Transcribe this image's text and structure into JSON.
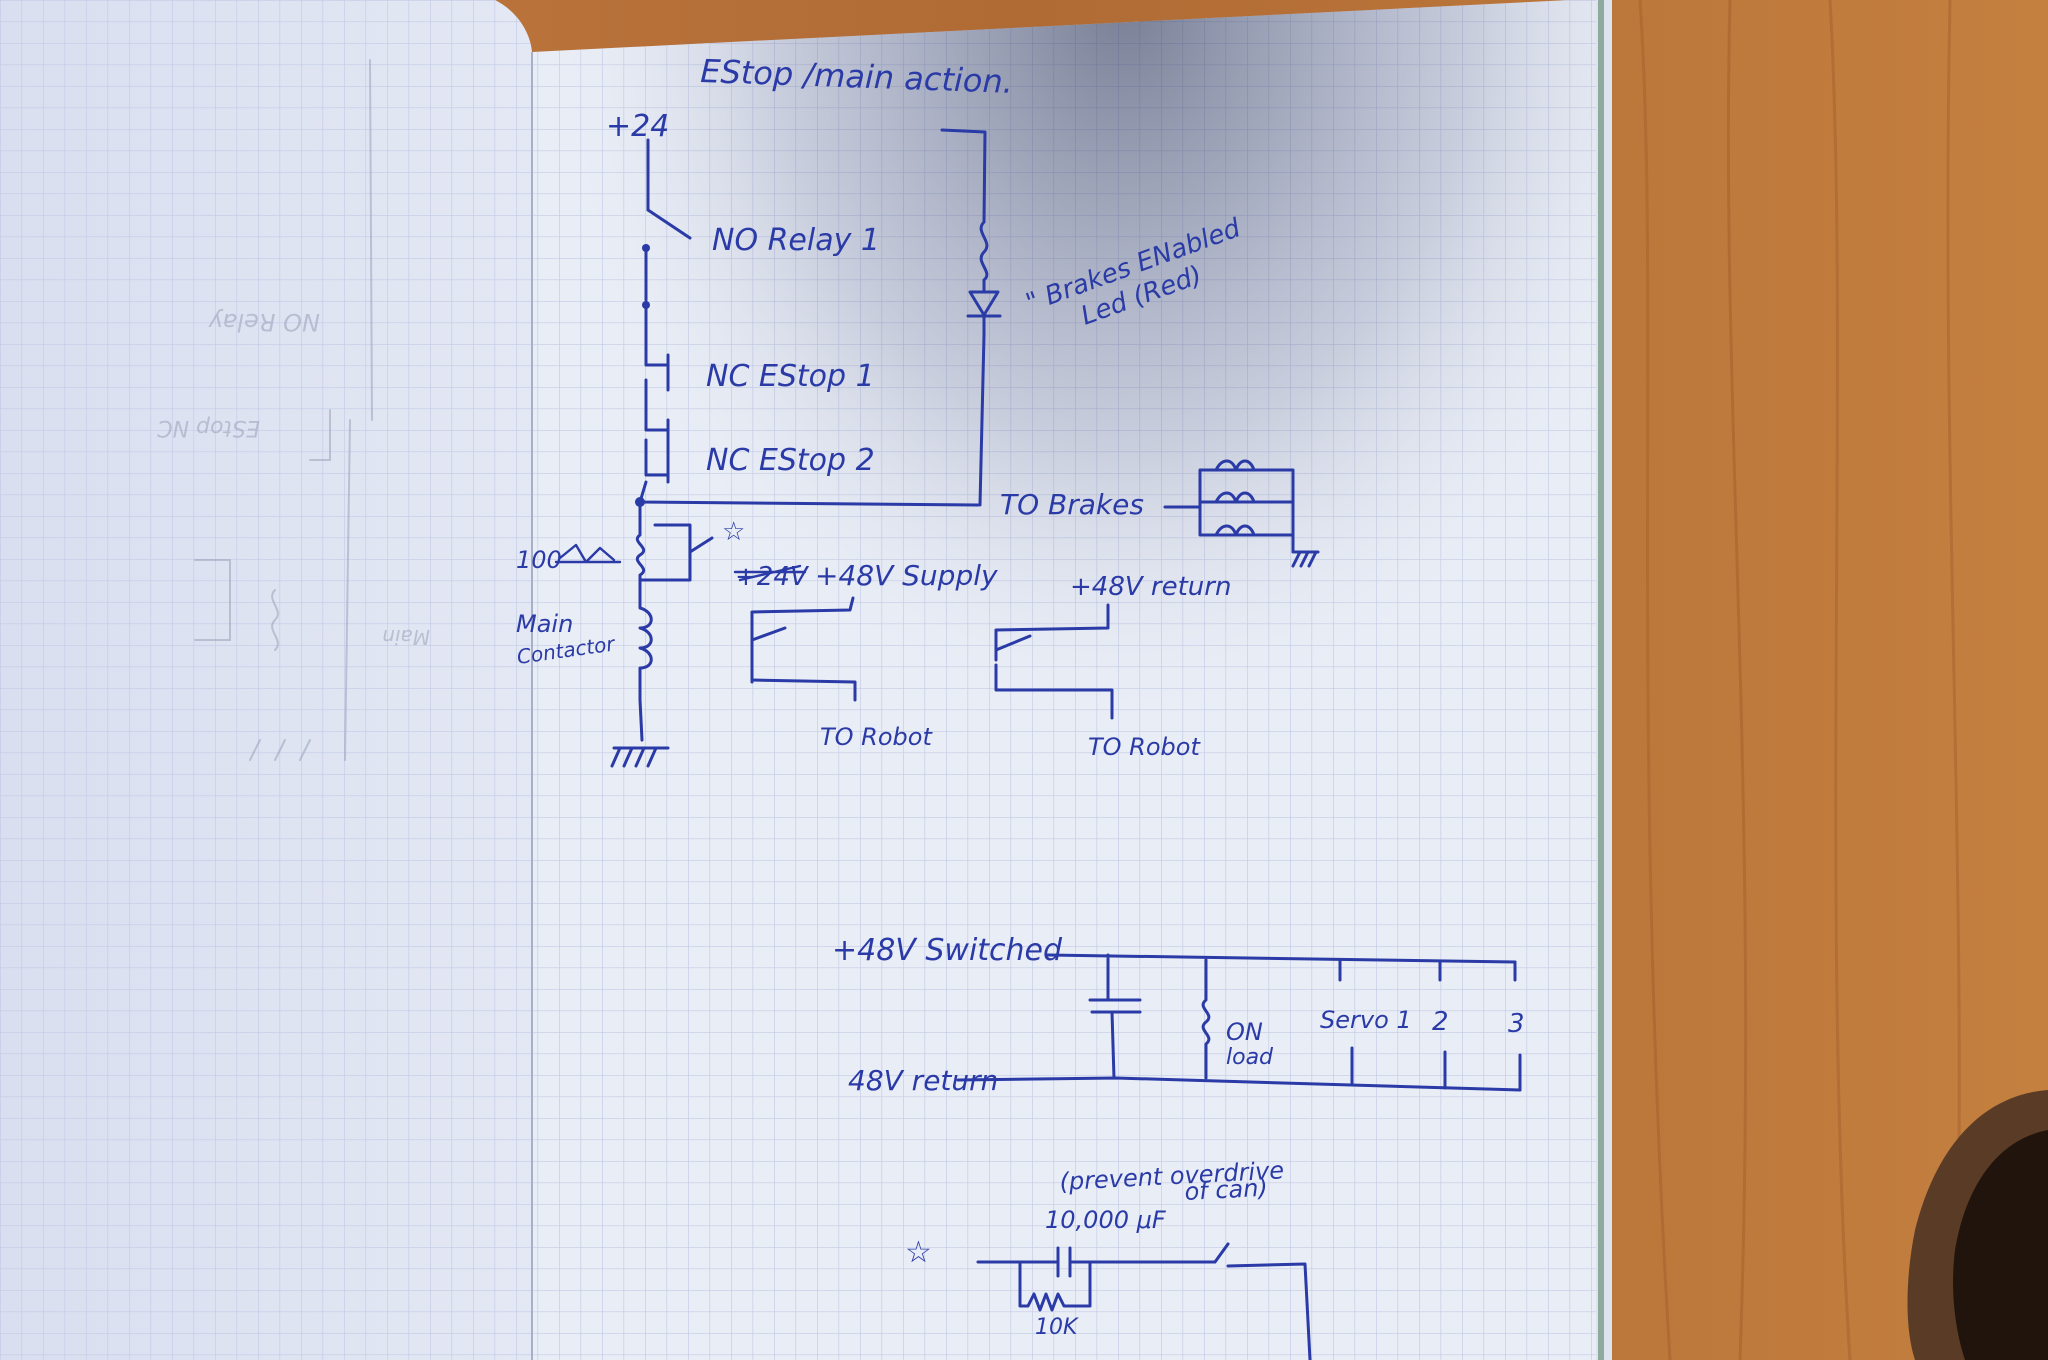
{
  "page_title": "EStop /main action.",
  "estop_circuit": {
    "supply_label": "+24",
    "relay_label": "NO   Relay 1",
    "estop1_label": "NC   EStop 1",
    "estop2_label": "NC   EStop 2",
    "led_label_line1": "\" Brakes ENabled",
    "led_label_line2": "Led (Red)",
    "brakes_label": "TO Brakes",
    "resistor_label": "100",
    "contactor_label_line1": "Main",
    "contactor_label_line2": "Contactor",
    "star_mark": "☆",
    "supply48_struck_label": "+24V",
    "supply48_label": "+48V Supply",
    "return48_label": "+48V return",
    "to_robot_1": "TO Robot",
    "to_robot_2": "TO Robot"
  },
  "bus_circuit": {
    "switched_label": "+48V Switched",
    "return_label": "48V return",
    "load_label_line1": "ON",
    "load_label_line2": "load",
    "servo1_label": "Servo 1",
    "servo2_label": "2",
    "servo3_label": "3"
  },
  "precharge_note": {
    "note_line1": "(prevent overdrive",
    "note_line2": "of can)",
    "capacitor_label": "10,000 μF",
    "resistor_label": "10K",
    "star_mark": "☆"
  },
  "colors": {
    "ink": "#2a3aa6",
    "paper": "#eaeef6",
    "grid": "#c6cde6",
    "wood": "#b5703a"
  }
}
